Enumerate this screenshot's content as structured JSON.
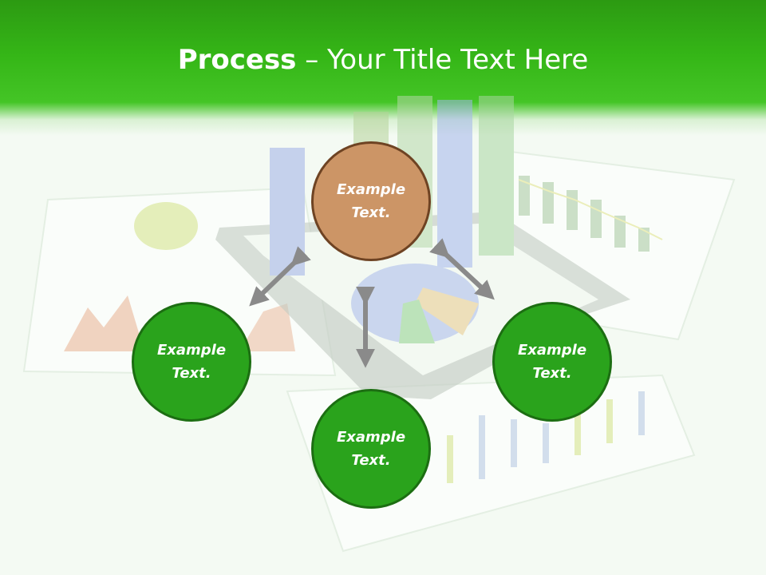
{
  "slide": {
    "title_bold": "Process",
    "title_rest": " – Your Title Text Here"
  },
  "nodes": {
    "center": {
      "line1": "Example",
      "line2": "Text."
    },
    "left": {
      "line1": "Example",
      "line2": "Text."
    },
    "bottom": {
      "line1": "Example",
      "line2": "Text."
    },
    "right": {
      "line1": "Example",
      "line2": "Text."
    }
  },
  "colors": {
    "header_green": "#35b617",
    "node_green": "#2aa31c",
    "node_orange": "#cc9566",
    "arrow_gray": "#8a8a8a"
  }
}
